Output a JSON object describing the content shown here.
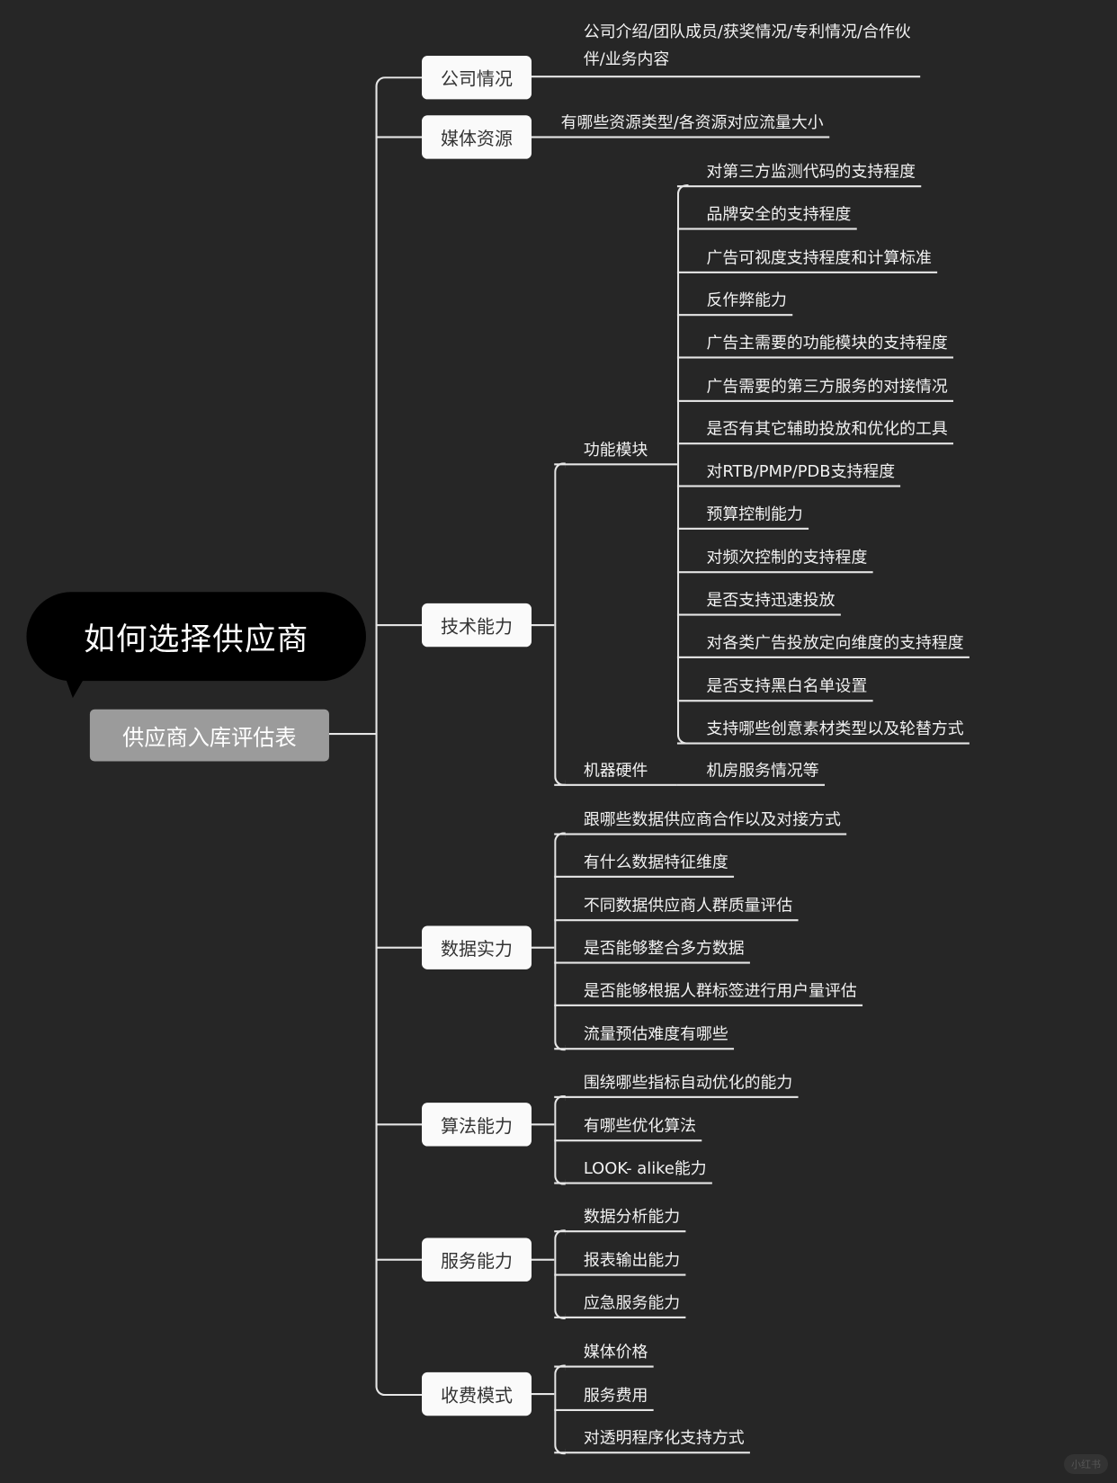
{
  "root": {
    "title": "如何选择供应商",
    "subtitle": "供应商入库评估表"
  },
  "branches": [
    {
      "label": "公司情况",
      "children": [
        {
          "label": "公司介绍/团队成员/获奖情况/专利情况/合作伙",
          "label2": "伴/业务内容"
        }
      ]
    },
    {
      "label": "媒体资源",
      "children": [
        {
          "label": "有哪些资源类型/各资源对应流量大小"
        }
      ]
    },
    {
      "label": "技术能力",
      "children": [
        {
          "label": "功能模块",
          "children": [
            "对第三方监测代码的支持程度",
            "品牌安全的支持程度",
            "广告可视度支持程度和计算标准",
            "反作弊能力",
            "广告主需要的功能模块的支持程度",
            "广告需要的第三方服务的对接情况",
            "是否有其它辅助投放和优化的工具",
            "对RTB/PMP/PDB支持程度",
            "预算控制能力",
            "对频次控制的支持程度",
            "是否支持迅速投放",
            "对各类广告投放定向维度的支持程度",
            "是否支持黑白名单设置",
            "支持哪些创意素材类型以及轮替方式"
          ]
        },
        {
          "label": "机器硬件",
          "children": [
            "机房服务情况等"
          ]
        }
      ]
    },
    {
      "label": "数据实力",
      "children": [
        "跟哪些数据供应商合作以及对接方式",
        "有什么数据特征维度",
        "不同数据供应商人群质量评估",
        "是否能够整合多方数据",
        "是否能够根据人群标签进行用户量评估",
        "流量预估难度有哪些"
      ]
    },
    {
      "label": "算法能力",
      "children": [
        "围绕哪些指标自动优化的能力",
        "有哪些优化算法",
        "LOOK- alike能力"
      ]
    },
    {
      "label": "服务能力",
      "children": [
        "数据分析能力",
        "报表输出能力",
        "应急服务能力"
      ]
    },
    {
      "label": "收费模式",
      "children": [
        "媒体价格",
        "服务费用",
        "对透明程序化支持方式"
      ]
    }
  ],
  "watermark": "小红书"
}
